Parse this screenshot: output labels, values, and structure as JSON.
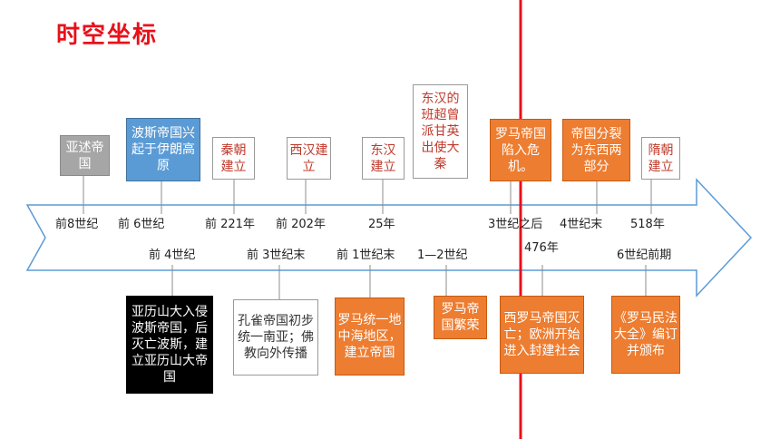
{
  "title": "时空坐标",
  "colors": {
    "gray": "#a6a6a6",
    "blue": "#5b9bd5",
    "orange": "#ed7d31",
    "black": "#000000",
    "red_line": "#e8101a",
    "arrow_outline": "#5b9bd5"
  },
  "upper_labels": [
    "前8世纪",
    "前 6世纪",
    "前 221年",
    "前 202年",
    "25年",
    "3世纪之后",
    "4世纪末",
    "518年"
  ],
  "lower_labels": [
    "前 4世纪",
    "前 3世纪末",
    "前 1世纪末",
    "1—2世纪",
    "476年",
    "6世纪前期"
  ],
  "upper_events": [
    {
      "text": "亚述帝国"
    },
    {
      "text": "波斯帝国兴起于伊朗高原"
    },
    {
      "text": "秦朝建立"
    },
    {
      "text": "西汉建立"
    },
    {
      "text": "东汉建立"
    },
    {
      "text": "东汉的班超曾派甘英出使大秦"
    },
    {
      "text": "罗马帝国陷入危机。"
    },
    {
      "text": "帝国分裂为东西两部分"
    },
    {
      "text": "隋朝建立"
    }
  ],
  "lower_events": [
    {
      "text": "亚历山大入侵波斯帝国，后灭亡波斯，建立亚历山大帝国"
    },
    {
      "text": "孔雀帝国初步统一南亚；佛教向外传播"
    },
    {
      "text": "罗马统一地中海地区，建立帝国"
    },
    {
      "text": "罗马帝国繁荣"
    },
    {
      "text": "西罗马帝国灭亡；欧洲开始进入封建社会"
    },
    {
      "text": "《罗马民法大全》编订并颁布"
    }
  ]
}
